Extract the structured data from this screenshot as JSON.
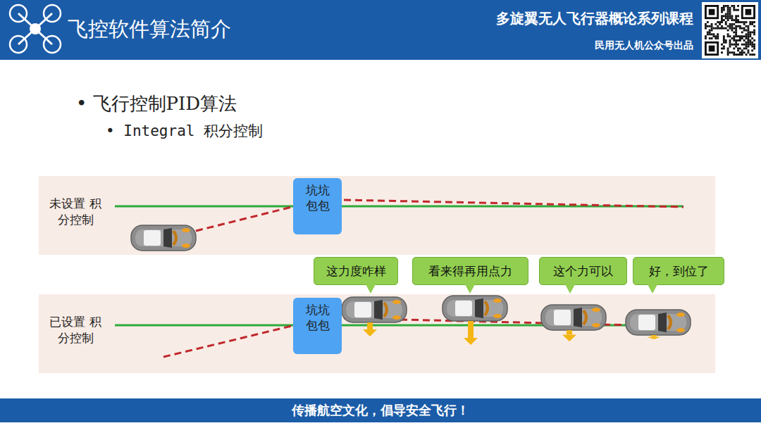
{
  "diagram": {
    "title": "飞控软件算法简介",
    "caption": "传播航空文化，倡导安全飞行！",
    "nodes": [
      {
        "text": [
          "未设置 积分控制"
        ]
      },
      {
        "text": [
          "坑坑",
          "包包"
        ],
        "in": 0
      },
      {
        "text": [
          "这力度咋样"
        ]
      },
      {
        "text": [
          "看来得再用点力"
        ]
      },
      {
        "text": [
          "这个力可以"
        ]
      },
      {
        "text": [
          "好，到位了"
        ]
      },
      {
        "text": [
          "已设置 积分控制"
        ]
      },
      {
        "text": [
          "坑坑",
          "包包"
        ],
        "in": 6
      }
    ],
    "labels": [
      "多旋翼无人飞行器概论系列课程",
      "民用无人机公众号出品",
      "• 飞行控制PID算法",
      "• Integral 积分控制"
    ]
  }
}
